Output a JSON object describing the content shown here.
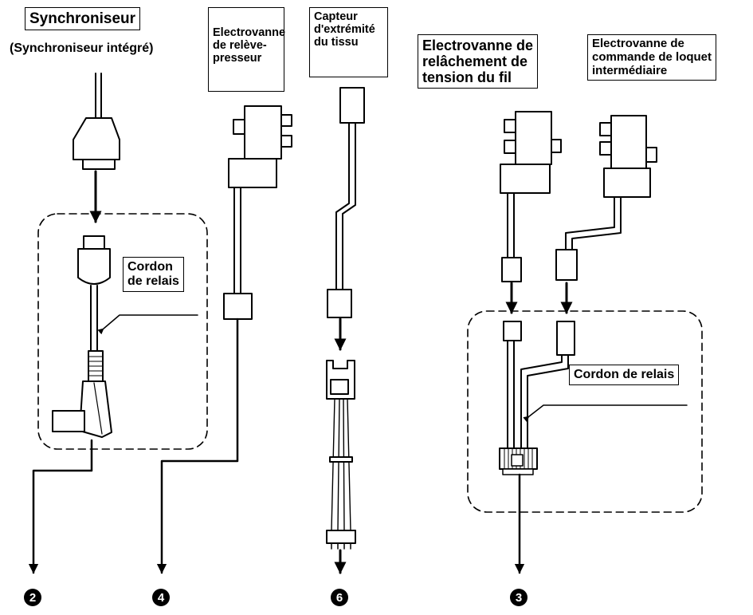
{
  "labels": {
    "sync_title": "Synchroniseur",
    "sync_sub": "(Synchroniseur intégré)",
    "relais_left_l1": "Cordon",
    "relais_left_l2": "de relais",
    "presser_l1": "Electrovanne",
    "presser_l2": "de relève-",
    "presser_l3": "presseur",
    "sensor_l1": "Capteur",
    "sensor_l2": "d'extrémité",
    "sensor_l3": "du tissu",
    "tension_l1": "Electrovanne de",
    "tension_l2": "relâchement de",
    "tension_l3": "tension du fil",
    "latch_l1": "Electrovanne de",
    "latch_l2": "commande de loquet",
    "latch_l3": "intermédiaire",
    "relais_right": "Cordon de relais"
  },
  "markers": {
    "m2": "2",
    "m4": "4",
    "m6": "6",
    "m3": "3"
  },
  "colors": {
    "ink": "#000000",
    "paper": "#ffffff"
  }
}
